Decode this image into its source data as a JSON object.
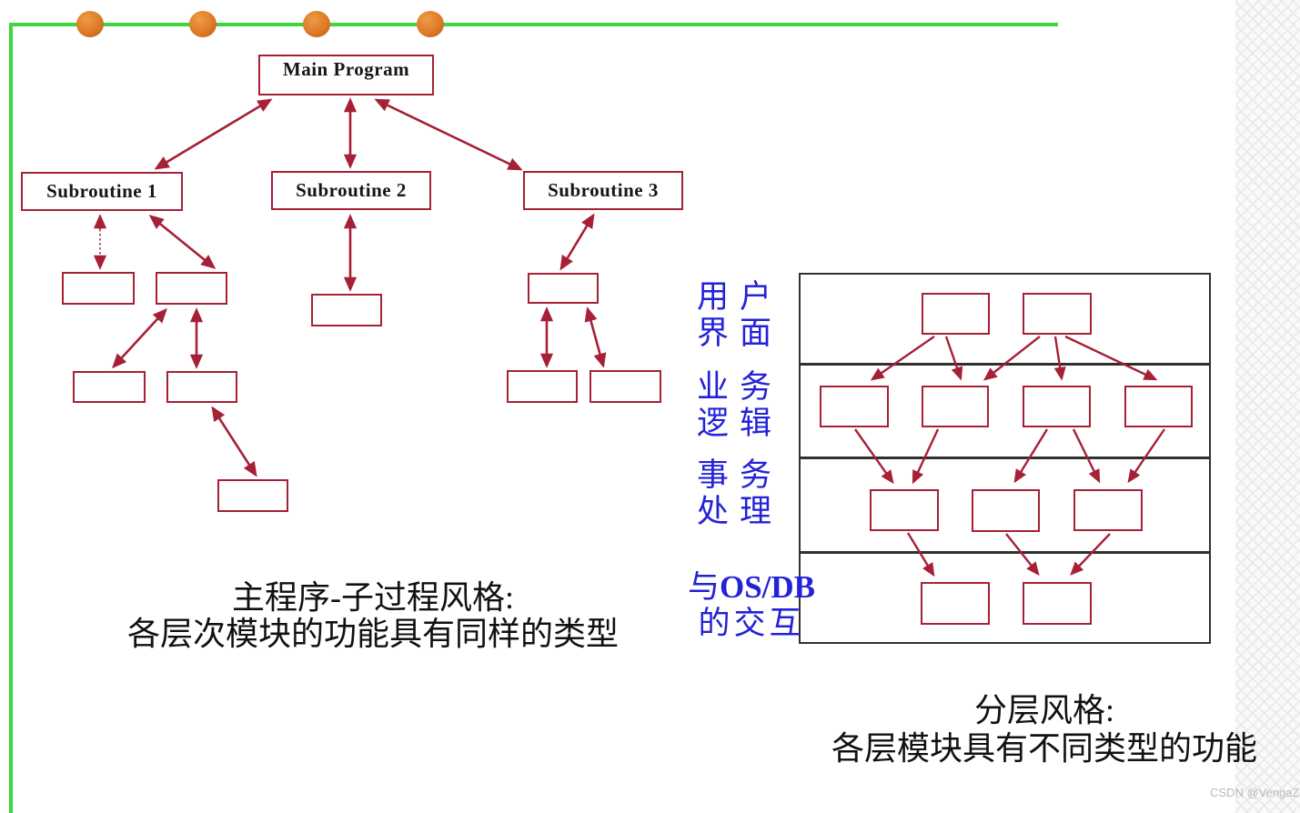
{
  "colors": {
    "diagram_red": "#a62036",
    "border_green": "#3ed43e",
    "bullet_orange": "#dd7a26",
    "label_blue": "#2222d8",
    "caption_black": "#111111",
    "layer_frame_dark": "#2f2f2f",
    "watermark_gray": "#b9b9b9"
  },
  "main_subroutine_diagram": {
    "nodes": {
      "main_program": "Main Program",
      "subroutine1": "Subroutine 1",
      "subroutine2": "Subroutine 2",
      "subroutine3": "Subroutine 3"
    },
    "caption": {
      "line1": "主程序-子过程风格:",
      "line2": "各层次模块的功能具有同样的类型"
    }
  },
  "layered_diagram": {
    "layer_labels": [
      {
        "line1": "用户",
        "line2": "界面"
      },
      {
        "line1": "业务",
        "line2": "逻辑"
      },
      {
        "line1": "事务",
        "line2": "处理"
      },
      {
        "line1_cn": "与",
        "line1_en": "OS/DB",
        "line2": "的交互"
      }
    ],
    "caption": {
      "line1": "分层风格:",
      "line2": "各层模块具有不同类型的功能"
    }
  },
  "watermark": "CSDN @VengaZ"
}
